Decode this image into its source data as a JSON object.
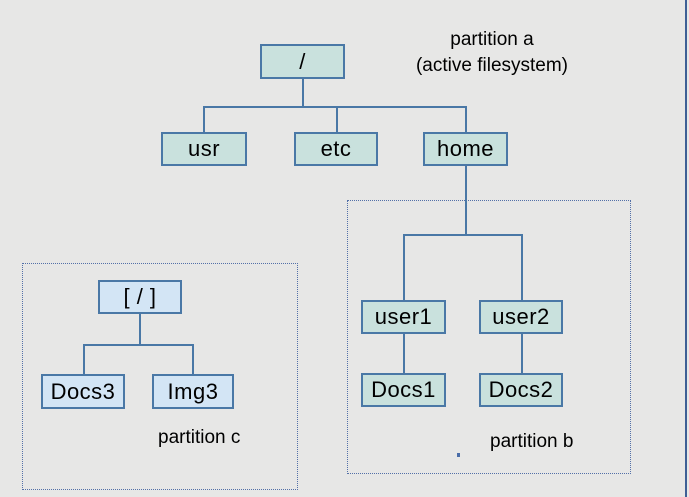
{
  "diagram": {
    "title_caption": {
      "line1": "partition a",
      "line2": "(active filesystem)"
    },
    "nodes": {
      "root": "/",
      "usr": "usr",
      "etc": "etc",
      "home": "home",
      "user1": "user1",
      "user2": "user2",
      "docs1": "Docs1",
      "docs2": "Docs2",
      "root_c": "[ / ]",
      "docs3": "Docs3",
      "img3": "Img3"
    },
    "partitions": {
      "b_label": "partition b",
      "c_label": "partition c"
    },
    "colors": {
      "background": "#e7e7e6",
      "node_border": "#4a78a6",
      "active_node_fill": "#c9e1dd",
      "inactive_node_fill": "#d3e5f5",
      "connector_line": "#4a78a6",
      "partition_dotted_border": "#5370a8",
      "page_edge_line": "#3e5f95"
    }
  }
}
